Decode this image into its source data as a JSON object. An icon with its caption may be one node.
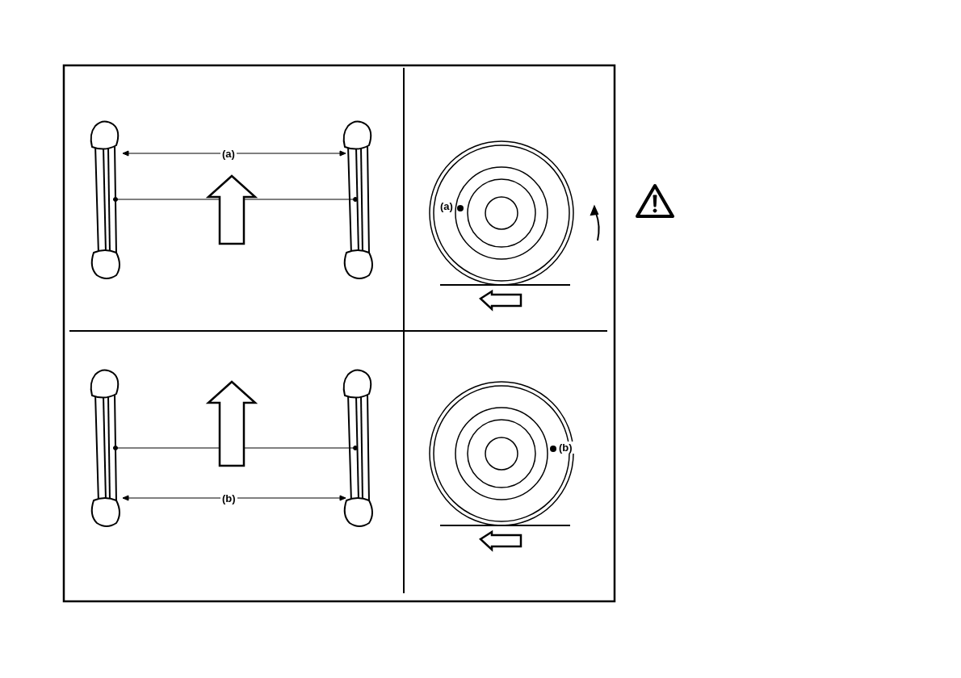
{
  "diagram": {
    "labels": [
      "(a)",
      "(a)",
      "(b)",
      "(b)"
    ]
  }
}
